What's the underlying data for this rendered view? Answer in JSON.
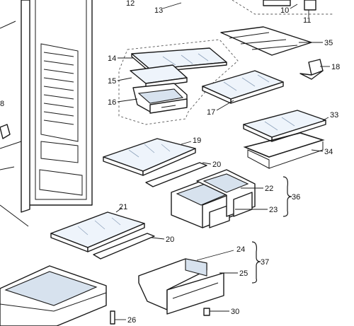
{
  "callouts": {
    "c10": "10",
    "c11": "11",
    "c12": "12",
    "c13": "13",
    "c14": "14",
    "c15": "15",
    "c16": "16",
    "c17": "17",
    "c18": "18",
    "c19": "19",
    "c20a": "20",
    "c20b": "20",
    "c21": "21",
    "c22": "22",
    "c23": "23",
    "c24": "24",
    "c25": "25",
    "c26": "26",
    "c30": "30",
    "c33": "33",
    "c34": "34",
    "c35": "35",
    "c36": "36",
    "c37": "37",
    "c8": "8"
  }
}
